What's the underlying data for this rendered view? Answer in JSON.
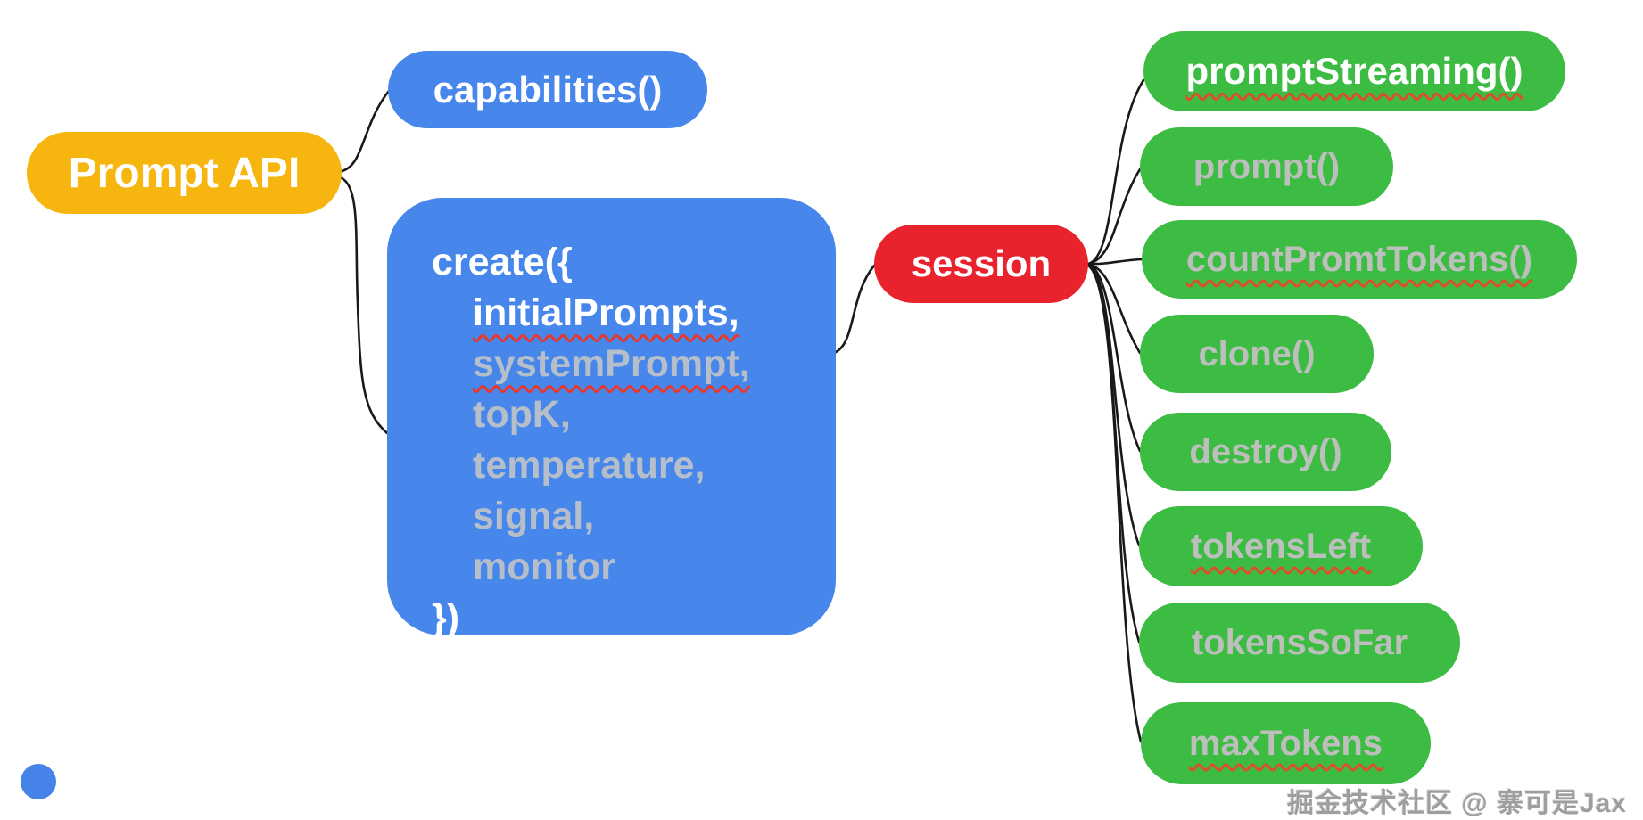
{
  "root": {
    "label": "Prompt API"
  },
  "branches": {
    "capabilities": {
      "label": "capabilities()"
    },
    "create": {
      "open": "create({",
      "close": "})",
      "params": [
        {
          "text": "initialPrompts,"
        },
        {
          "text": "systemPrompt,"
        },
        {
          "text": "topK,"
        },
        {
          "text": "temperature,"
        },
        {
          "text": "signal,"
        },
        {
          "text": "monitor"
        }
      ]
    },
    "session": {
      "label": "session",
      "children": [
        {
          "label": "promptStreaming()"
        },
        {
          "label": "prompt()"
        },
        {
          "label": "countPromtTokens()"
        },
        {
          "label": "clone()"
        },
        {
          "label": "destroy()"
        },
        {
          "label": "tokensLeft"
        },
        {
          "label": "tokensSoFar"
        },
        {
          "label": "maxTokens"
        }
      ]
    }
  },
  "watermark": "掘金技术社区 @ 寨可是Jax",
  "colors": {
    "yellow": "#F6B60F",
    "blue": "#4787EC",
    "red": "#E8232E",
    "green": "#3CBC43",
    "gray_text": "#BCBFBC",
    "line": "#191919",
    "squiggle_red": "#E8372B",
    "squiggle_orange": "#DD4F28"
  }
}
